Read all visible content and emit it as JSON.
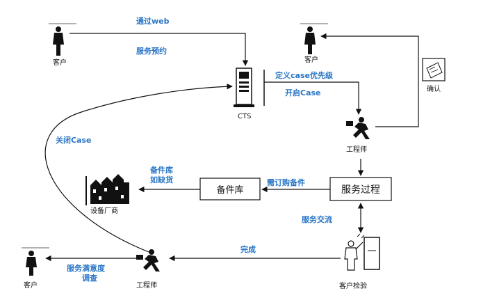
{
  "nodes": {
    "customer_top_left": "客户",
    "customer_top_right": "客户",
    "cts": "CTS",
    "confirm": "确认",
    "engineer_top": "工程师",
    "service_process": "服务过程",
    "parts_store": "备件库",
    "vendor": "设备厂商",
    "customer_check": "客户检验",
    "engineer_bottom": "工程师",
    "customer_bottom_left": "客户"
  },
  "edges": {
    "via_web": "通过web",
    "service_booking": "服务预约",
    "define_priority": "定义case优先级",
    "open_case": "开启Case",
    "close_case": "关闭Case",
    "need_parts": "需订购备件",
    "parts_line1": "备件库",
    "parts_line2": "如缺货",
    "service_exchange": "服务交流",
    "complete": "完成",
    "survey_line1": "服务满意度",
    "survey_line2": "调查"
  },
  "colors": {
    "label_blue": "#2a76c6",
    "line": "#111111"
  }
}
